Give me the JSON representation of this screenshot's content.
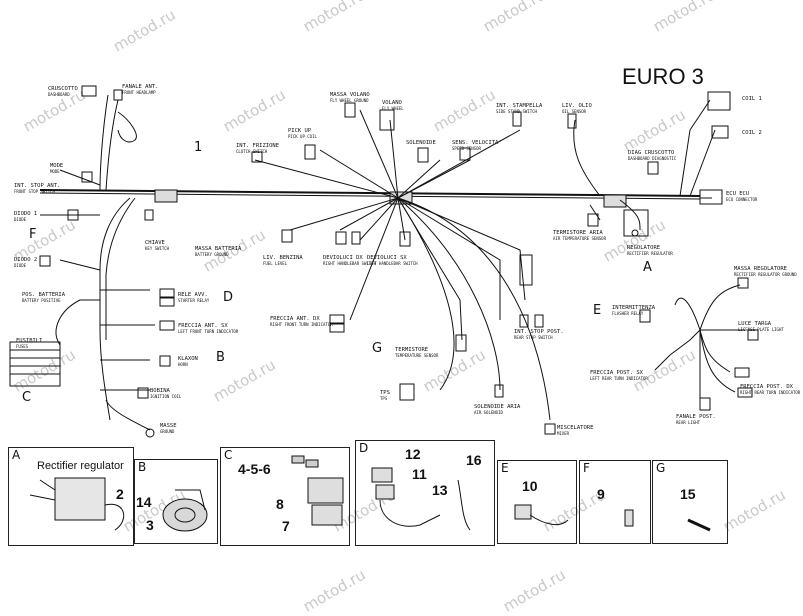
{
  "watermark": "motod.ru",
  "model_label": "EURO 3",
  "main_number": "1",
  "connectors": [
    {
      "id": "cruscotto",
      "label": "CRUSCOTTO",
      "sub": "DASHBOARD"
    },
    {
      "id": "fanale_ant",
      "label": "FANALE ANT.",
      "sub": "FRONT HEADLAMP"
    },
    {
      "id": "massa_volano",
      "label": "MASSA VOLANO",
      "sub": "FLY WHEEL GROUND"
    },
    {
      "id": "volano",
      "label": "VOLANO",
      "sub": "FLY WHEEL"
    },
    {
      "id": "int_stampella",
      "label": "INT. STAMPELLA",
      "sub": "SIDE STAND SWITCH"
    },
    {
      "id": "liv_olio",
      "label": "LIV. OLIO",
      "sub": "OIL SENSOR"
    },
    {
      "id": "coil1",
      "label": "COIL 1",
      "sub": ""
    },
    {
      "id": "coil2",
      "label": "COIL 2",
      "sub": ""
    },
    {
      "id": "pick_up",
      "label": "PICK UP",
      "sub": "PICK UP COIL"
    },
    {
      "id": "int_frizione",
      "label": "INT. FRIZIONE",
      "sub": "CLUTCH SWITCH"
    },
    {
      "id": "solenoide",
      "label": "SOLENOIDE",
      "sub": ""
    },
    {
      "id": "sens_velocita",
      "label": "SENS. VELOCITA'",
      "sub": "SPEED SENSOR"
    },
    {
      "id": "diag_cruscotto",
      "label": "DIAG CRUSCOTTO",
      "sub": "DASHBOARD DIAGNOSTIC"
    },
    {
      "id": "mode",
      "label": "MODE",
      "sub": "MODE"
    },
    {
      "id": "int_stop_ant",
      "label": "INT. STOP ANT.",
      "sub": "FRONT STOP SWITCH"
    },
    {
      "id": "ecu",
      "label": "ECU ECU",
      "sub": "ECU CONNECTOR"
    },
    {
      "id": "diodo1",
      "label": "DIODO 1",
      "sub": "DIODE"
    },
    {
      "id": "chiave",
      "label": "CHIAVE",
      "sub": "KEY SWITCH"
    },
    {
      "id": "massa_batteria",
      "label": "MASSA BATTERIA",
      "sub": "BATTERY GROUND"
    },
    {
      "id": "liv_benzina",
      "label": "LIV. BENZINA",
      "sub": "FUEL LEVEL"
    },
    {
      "id": "devioluci_dx",
      "label": "DEVIOLUCI DX",
      "sub": "RIGHT HANDLEBAR SWITCH"
    },
    {
      "id": "devioluci_sx",
      "label": "DEVIOLUCI SX",
      "sub": "LEFT HANDLEBAR SWITCH"
    },
    {
      "id": "termistore_aria",
      "label": "TERMISTORE ARIA",
      "sub": "AIR TEMPERATURE SENSOR"
    },
    {
      "id": "regolatore",
      "label": "REGOLATORE",
      "sub": "RECTIFIER REGULATOR"
    },
    {
      "id": "diodo2",
      "label": "DIODO 2",
      "sub": "DIODE"
    },
    {
      "id": "pos_batteria",
      "label": "POS. BATTERIA",
      "sub": "BATTERY POSITIVE"
    },
    {
      "id": "rele_avv",
      "label": "RELE AVV.",
      "sub": "STARTER RELAY"
    },
    {
      "id": "freccia_ant_sx",
      "label": "FRECCIA ANT. SX",
      "sub": "LEFT FRONT TURN INDICATOR"
    },
    {
      "id": "freccia_ant_dx",
      "label": "FRECCIA ANT. DX",
      "sub": "RIGHT FRONT TURN INDICATOR"
    },
    {
      "id": "massa_regolatore",
      "label": "MASSA REGOLATORE",
      "sub": "RECTIFIER REGULATOR GROUND"
    },
    {
      "id": "fusibili",
      "label": "FUSIBILI",
      "sub": "FUSES"
    },
    {
      "id": "klaxon",
      "label": "KLAXON",
      "sub": "HORN"
    },
    {
      "id": "int_stop_post",
      "label": "INT. STOP POST.",
      "sub": "REAR STOP SWITCH"
    },
    {
      "id": "intermittenza",
      "label": "INTERMITTENZA",
      "sub": "FLASHER RELAY"
    },
    {
      "id": "luce_targa",
      "label": "LUCE TARGA",
      "sub": "LICENSE PLATE LIGHT"
    },
    {
      "id": "termistore",
      "label": "TERMISTORE",
      "sub": "TEMPERATURE SENSOR"
    },
    {
      "id": "bobina",
      "label": "BOBINA",
      "sub": "IGNITION COIL"
    },
    {
      "id": "freccia_post_sx",
      "label": "FRECCIA POST. SX",
      "sub": "LEFT REAR TURN INDICATOR"
    },
    {
      "id": "tps",
      "label": "TPS",
      "sub": "TPS"
    },
    {
      "id": "solenoide_aria",
      "label": "SOLENOIDE ARIA",
      "sub": "AIR SOLENOID"
    },
    {
      "id": "freccia_post_dx",
      "label": "FRECCIA POST. DX",
      "sub": "RIGHT REAR TURN INDICATOR"
    },
    {
      "id": "masse",
      "label": "MASSE",
      "sub": "GROUND"
    },
    {
      "id": "miscelatore",
      "label": "MISCELATORE",
      "sub": "MIXER"
    },
    {
      "id": "fanale_post",
      "label": "FANALE POST.",
      "sub": "REAR LIGHT"
    }
  ],
  "callout_letters": {
    "A": "A",
    "B": "B",
    "C": "C",
    "D": "D",
    "E": "E",
    "F": "F",
    "G": "G"
  },
  "panels": [
    {
      "letter": "A",
      "caption": "Rectifier regulator",
      "numbers": [
        "2"
      ]
    },
    {
      "letter": "B",
      "numbers": [
        "14",
        "3"
      ]
    },
    {
      "letter": "C",
      "numbers": [
        "4-5-6",
        "8",
        "7"
      ]
    },
    {
      "letter": "D",
      "numbers": [
        "12",
        "11",
        "13",
        "16"
      ]
    },
    {
      "letter": "E",
      "numbers": [
        "10"
      ]
    },
    {
      "letter": "F",
      "numbers": [
        "9"
      ]
    },
    {
      "letter": "G",
      "numbers": [
        "15"
      ]
    }
  ]
}
